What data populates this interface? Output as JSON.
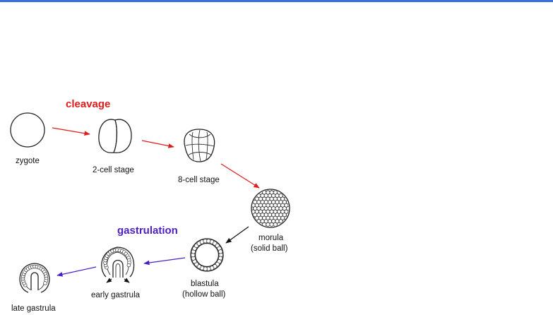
{
  "colors": {
    "top_rule": "#3a6fe0",
    "cleavage": "#e31b1b",
    "gastrulation": "#4b1fc4",
    "outline": "#222222"
  },
  "headings": {
    "cleavage": "cleavage",
    "gastrulation": "gastrulation"
  },
  "stages": {
    "zygote": "zygote",
    "two_cell": "2-cell stage",
    "eight_cell": "8-cell stage",
    "morula_line1": "morula",
    "morula_line2": "(solid ball)",
    "blastula_line1": "blastula",
    "blastula_line2": "(hollow ball)",
    "early_gastrula": "early gastrula",
    "late_gastrula": "late gastrula"
  }
}
